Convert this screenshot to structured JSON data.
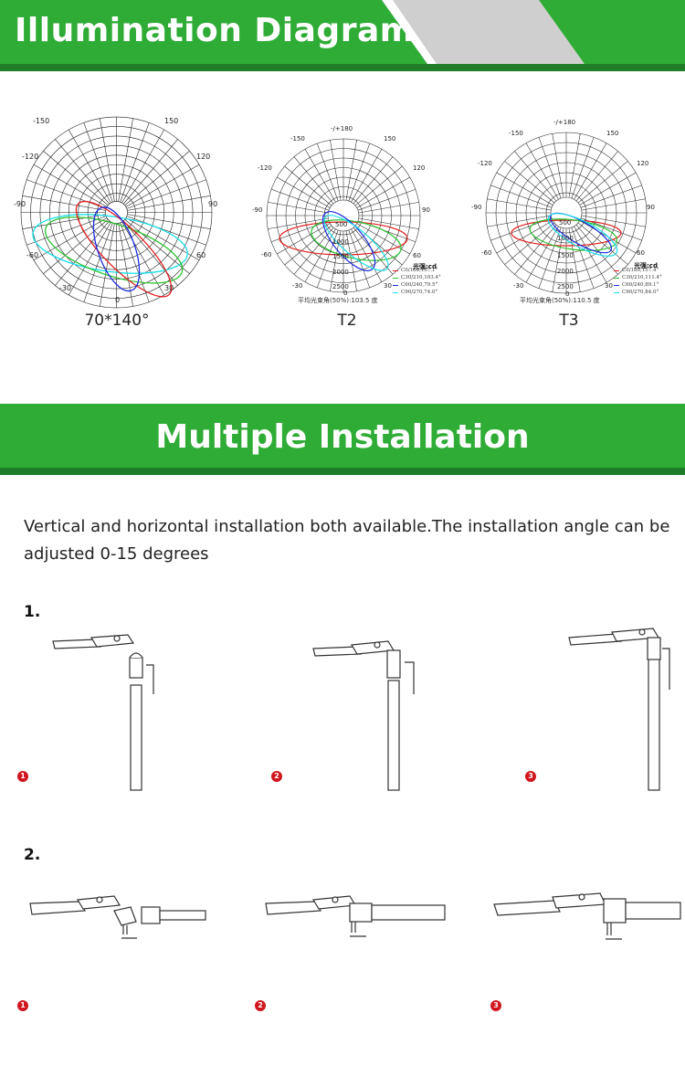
{
  "section1": {
    "title": "Illumination Diagram"
  },
  "section2": {
    "title": "Multiple Installation"
  },
  "colors": {
    "green": "#2fac36",
    "dark_green": "#1f7d28",
    "grey": "#cfcfcf",
    "red_badge": "#d0161e"
  },
  "diagrams": [
    {
      "caption": "70*140°",
      "angles": {
        "a150n": "-150",
        "a150": "150",
        "a120n": "-120",
        "a120": "120",
        "a90n": "-90",
        "a90": "90",
        "a60n": "-60",
        "a60": "60",
        "a30n": "-30",
        "a30": "30",
        "a0": "0"
      }
    },
    {
      "caption": "T2",
      "top": "-/+180",
      "angles": {
        "a150n": "-150",
        "a150": "150",
        "a120n": "-120",
        "a120": "120",
        "a90n": "-90",
        "a90": "90",
        "a60n": "-60",
        "a60": "60",
        "a30n": "-30",
        "a30": "30",
        "a0": "0"
      },
      "rings": [
        "500",
        "1000",
        "1500",
        "2000",
        "2500"
      ],
      "legend_title": "光强:cd",
      "legend": [
        "C0/180,157.1°",
        "C30/210,103.4°",
        "C60/240,79.5°",
        "C90/270,74.0°"
      ],
      "beam": "平均光束角(50%):103.5  度"
    },
    {
      "caption": "T3",
      "top": "-/+180",
      "angles": {
        "a150n": "-150",
        "a150": "150",
        "a120n": "-120",
        "a120": "120",
        "a90n": "-90",
        "a90": "90",
        "a60n": "-60",
        "a60": "60",
        "a30n": "-30",
        "a30": "30",
        "a0": "0"
      },
      "rings": [
        "500",
        "1000",
        "1500",
        "2000",
        "2500"
      ],
      "legend_title": "光强:cd",
      "legend": [
        "C0/180,157.4°",
        "C30/210,111.4°",
        "C60/240,89.1°",
        "C90/270,84.0°"
      ],
      "beam": "平均光束角(50%):110.5  度"
    }
  ],
  "description": "Vertical and horizontal installation both available.The installation angle can be adjusted 0-15 degrees",
  "steps": [
    {
      "label": "1.",
      "badges": [
        "1",
        "2",
        "3"
      ]
    },
    {
      "label": "2.",
      "badges": [
        "1",
        "2",
        "3"
      ]
    }
  ]
}
